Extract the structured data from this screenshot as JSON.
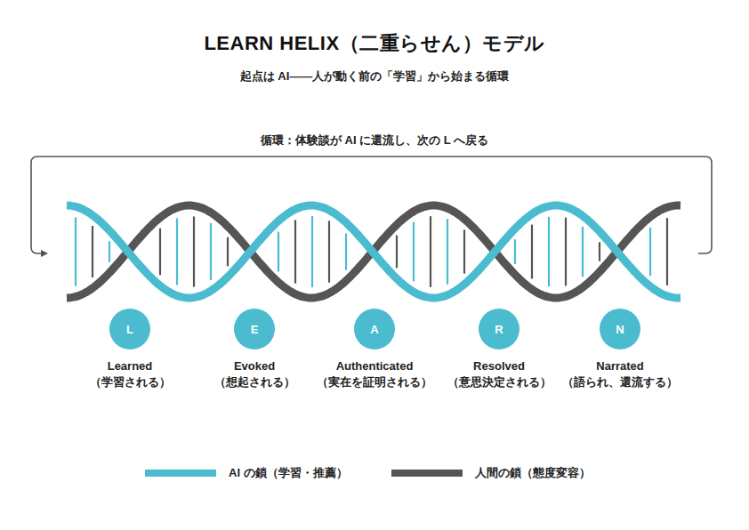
{
  "diagram": {
    "title": "LEARN HELIX（二重らせん）モデル",
    "nodes": [
      {
        "text": [
          "L",
          "Learned",
          "（学習される）"
        ]
      },
      {
        "text": [
          "E",
          "Evoked",
          "（想起される）"
        ]
      },
      {
        "text": [
          "A",
          "Authenticated",
          "（実在を証明される）"
        ]
      },
      {
        "text": [
          "R",
          "Resolved",
          "（意思決定される）"
        ]
      },
      {
        "text": [
          "N",
          "Narrated",
          "（語られ、還流する）"
        ]
      }
    ],
    "labels": [
      "起点は AI——人が動く前の「学習」から始まる循環",
      "循環：体験談が AI に還流し、次の L へ戻る"
    ],
    "legend": [
      {
        "text": "AI の鎖（学習・推薦）",
        "color": "#4bbccf"
      },
      {
        "text": "人間の鎖（態度変容）",
        "color": "#555555"
      }
    ]
  }
}
